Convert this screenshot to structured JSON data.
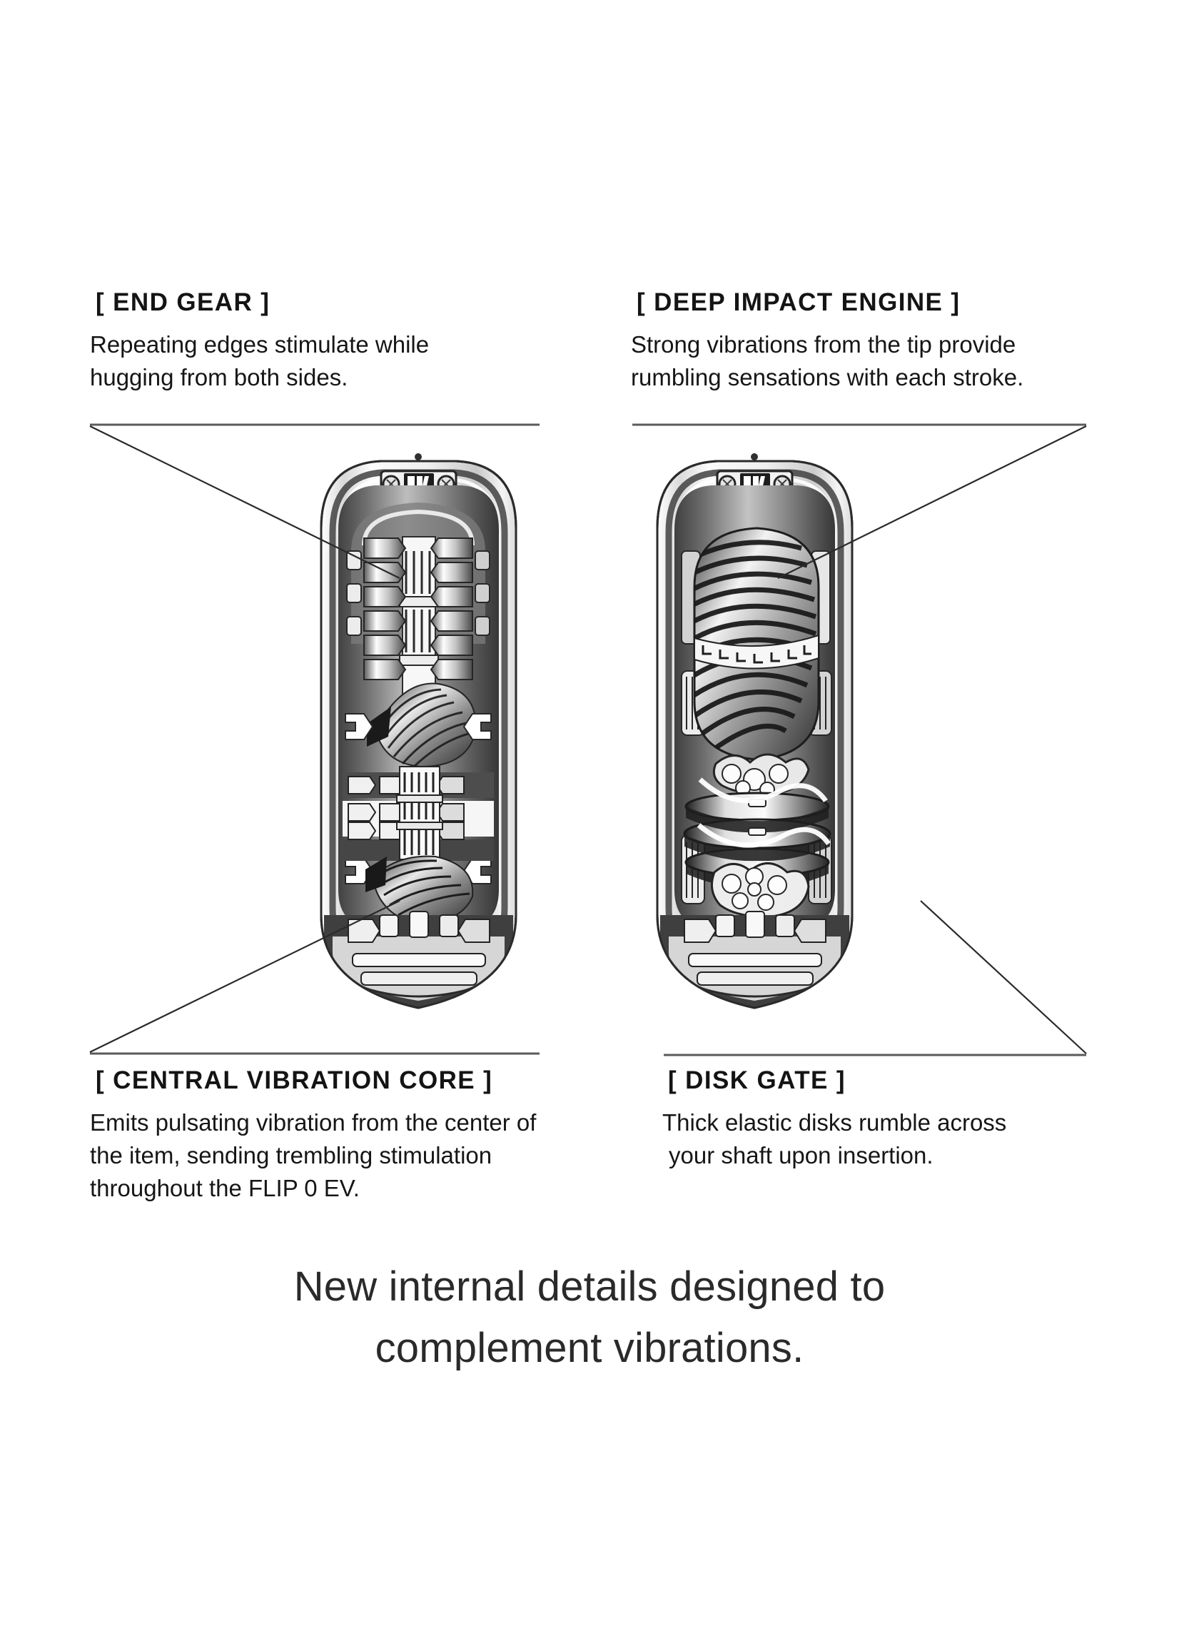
{
  "page": {
    "background_color": "#ffffff",
    "text_color": "#161616"
  },
  "callouts": [
    {
      "id": "end-gear",
      "title": "[ END GEAR ]",
      "body_lines": [
        "Repeating edges stimulate while",
        "hugging from both sides."
      ]
    },
    {
      "id": "deep-impact-engine",
      "title": "[ DEEP IMPACT ENGINE ]",
      "body_lines": [
        "Strong vibrations from the tip provide",
        "rumbling sensations with each stroke."
      ]
    },
    {
      "id": "central-vibration-core",
      "title": "[ CENTRAL VIBRATION CORE ]",
      "body_lines": [
        "Emits pulsating vibration from the center of",
        "the item, sending trembling stimulation",
        "throughout the FLIP 0 EV."
      ]
    },
    {
      "id": "disk-gate",
      "title": "[ DISK GATE ]",
      "body_lines": [
        "Thick elastic disks rumble across",
        "your shaft upon insertion."
      ]
    }
  ],
  "tagline": {
    "line1": "New internal details designed to",
    "line2": "complement vibrations."
  },
  "products": [
    {
      "id": "flip-0-ev-cutaway-left",
      "label": "FLIP 0 EV cutaway showing END GEAR and CENTRAL VIBRATION CORE"
    },
    {
      "id": "flip-0-ev-cutaway-right",
      "label": "FLIP 0 EV cutaway showing DEEP IMPACT ENGINE and DISK GATE"
    }
  ],
  "leader_lines": [
    {
      "from": "end-gear",
      "to": "product-left-upper-chamber"
    },
    {
      "from": "deep-impact-engine",
      "to": "product-right-upper-bulb"
    },
    {
      "from": "central-vibration-core",
      "to": "product-left-lower-core"
    },
    {
      "from": "disk-gate",
      "to": "product-right-lower-disks"
    }
  ]
}
